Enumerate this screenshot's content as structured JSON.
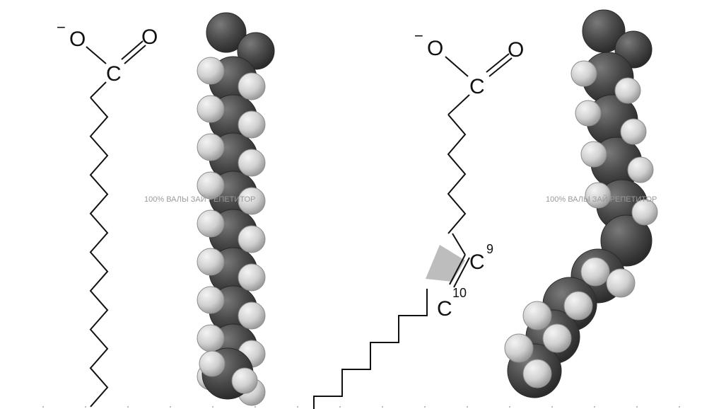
{
  "structures": {
    "saturated": {
      "oxygen_single_label": "O",
      "oxygen_double_label": "O",
      "charge_label": "−",
      "carbon_label": "C"
    },
    "unsaturated": {
      "oxygen_single_label": "O",
      "oxygen_double_label": "O",
      "charge_label": "−",
      "carbon_label": "C",
      "c9_label": "C",
      "c9_number": "9",
      "c10_label": "C",
      "c10_number": "10"
    }
  },
  "watermarks": {
    "left": "100% ВАЛЫ ЗАЙ РЕПЕТИТОР",
    "right": "100% ВАЛЫ ЗАЙ РЕПЕТИТОР"
  },
  "colors": {
    "atom_dark": "#4b4b4b",
    "atom_light": "#d9d9d9",
    "line": "#111111",
    "cis_wedge": "#bdbdbd"
  }
}
